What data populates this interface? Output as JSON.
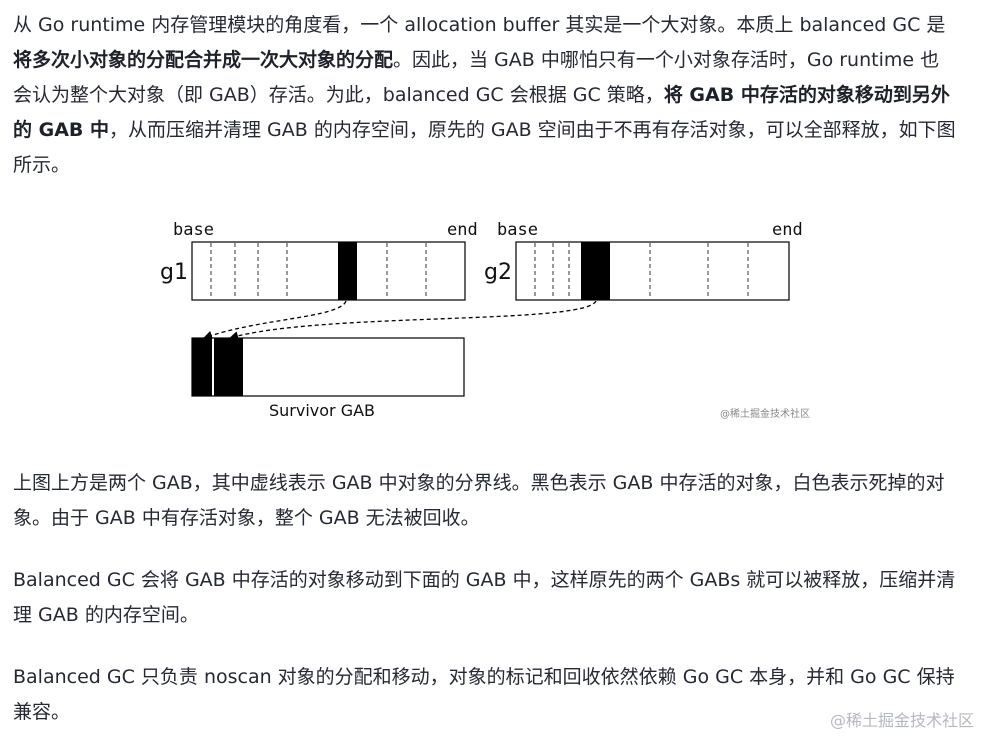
{
  "paragraphs": {
    "p1": [
      {
        "t": "从 Go runtime 内存管理模块的角度看，一个 allocation buffer 其实是一个大对象。本质上 balanced GC 是"
      },
      {
        "t": "将多次小对象的分配合并成一次大对象的分配",
        "b": true
      },
      {
        "t": "。因此，当 GAB 中哪怕只有一个小对象存活时，Go runtime 也会认为整个大对象（即 GAB）存活。为此，balanced GC 会根据 GC 策略，"
      },
      {
        "t": "将 GAB 中存活的对象移动到另外的 GAB 中",
        "b": true
      },
      {
        "t": "，从而压缩并清理 GAB 的内存空间，原先的 GAB 空间由于不再有存活对象，可以全部释放，如下图所示。"
      }
    ],
    "p2": "上图上方是两个 GAB，其中虚线表示 GAB 中对象的分界线。黑色表示 GAB 中存活的对象，白色表示死掉的对象。由于 GAB 中有存活对象，整个 GAB 无法被回收。",
    "p3": "Balanced GC 会将 GAB 中存活的对象移动到下面的 GAB 中，这样原先的两个 GABs 就可以被释放，压缩并清理 GAB 的内存空间。",
    "p4": "Balanced GC 只负责 noscan 对象的分配和移动，对象的标记和回收依然依赖 Go GC 本身，并和 Go GC 保持兼容。"
  },
  "diagram": {
    "g1": {
      "label": "g1",
      "base": "base",
      "end": "end"
    },
    "g2": {
      "label": "g2",
      "base": "base",
      "end": "end"
    },
    "survivor_label": "Survivor GAB",
    "image_watermark": "@稀土掘金技术社区"
  },
  "page_watermark": "@稀土掘金技术社区",
  "colors": {
    "text": "#252933",
    "live_object": "#000000",
    "dead_object": "#ffffff"
  }
}
